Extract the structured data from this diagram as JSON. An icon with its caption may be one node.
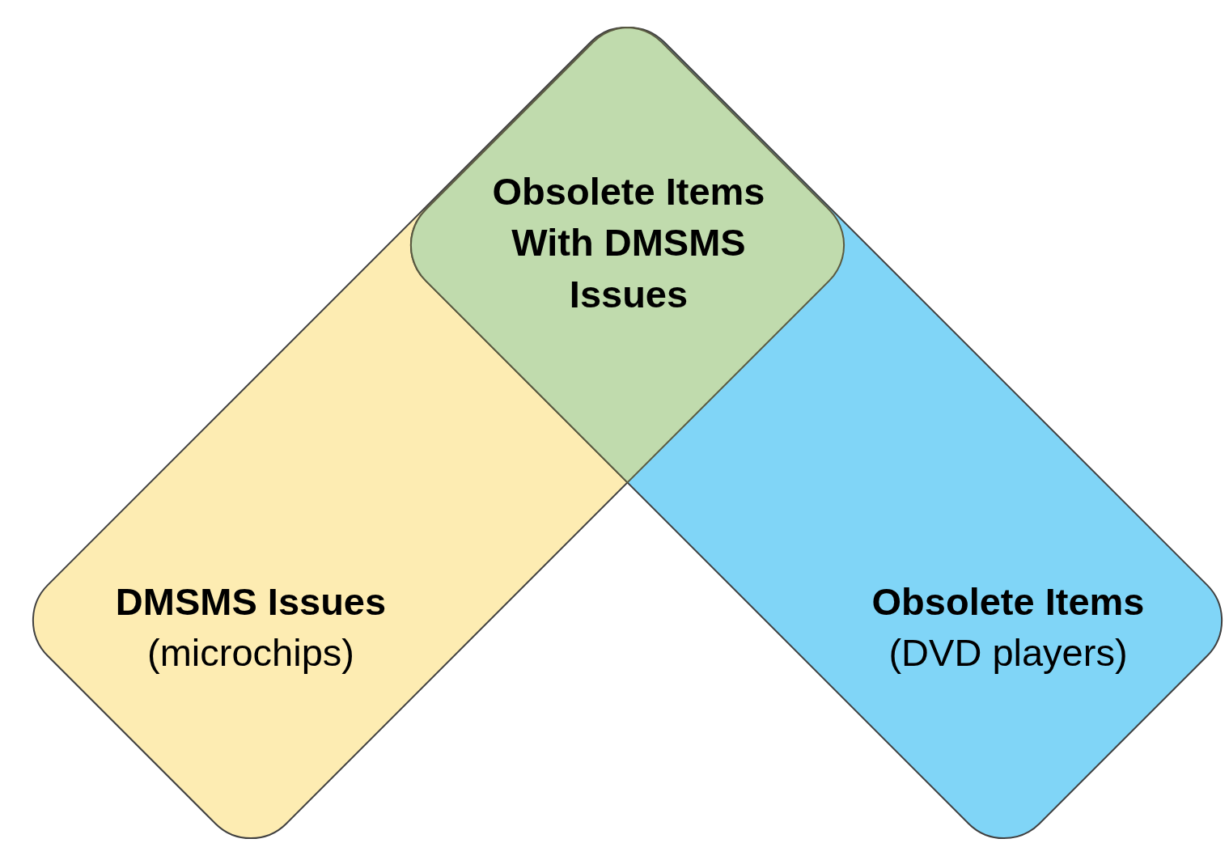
{
  "diagram": {
    "nodes": [
      {
        "text": [
          "Obsolete Items With DMSMS Issues"
        ]
      },
      {
        "text": [
          "DMSMS Issues",
          "(microchips)"
        ]
      },
      {
        "text": [
          "Obsolete Items",
          "(DVD players)"
        ]
      }
    ]
  }
}
